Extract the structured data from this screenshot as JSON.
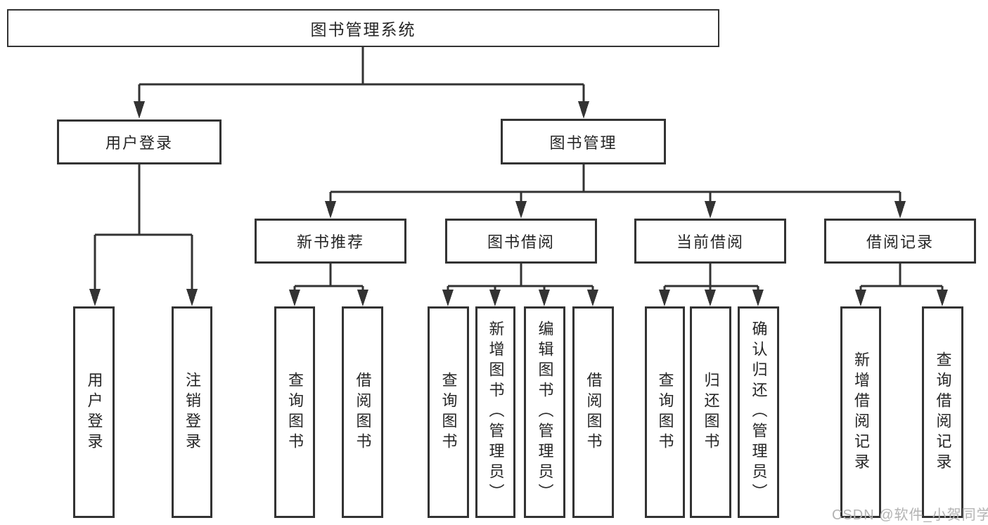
{
  "colors": {
    "line": "#333333",
    "node_text": "#262626",
    "node_background": "#ffffff",
    "page_background": "#ffffff",
    "watermark_text": "#b3b3b3"
  },
  "tree": {
    "label": "图书管理系统",
    "children": [
      {
        "label": "用户登录",
        "children": [
          {
            "label": "用户登录"
          },
          {
            "label": "注销登录"
          }
        ]
      },
      {
        "label": "图书管理",
        "children": [
          {
            "label": "新书推荐",
            "children": [
              {
                "label": "查询图书"
              },
              {
                "label": "借阅图书"
              }
            ]
          },
          {
            "label": "图书借阅",
            "children": [
              {
                "label": "查询图书"
              },
              {
                "label": "新增图书（管理员）"
              },
              {
                "label": "编辑图书（管理员）"
              },
              {
                "label": "借阅图书"
              }
            ]
          },
          {
            "label": "当前借阅",
            "children": [
              {
                "label": "查询图书"
              },
              {
                "label": "归还图书"
              },
              {
                "label": "确认归还（管理员）"
              }
            ]
          },
          {
            "label": "借阅记录",
            "children": [
              {
                "label": "新增借阅记录"
              },
              {
                "label": "查询借阅记录"
              }
            ]
          }
        ]
      }
    ]
  },
  "watermark": {
    "text": "CSDN @软件_小贺同学"
  }
}
